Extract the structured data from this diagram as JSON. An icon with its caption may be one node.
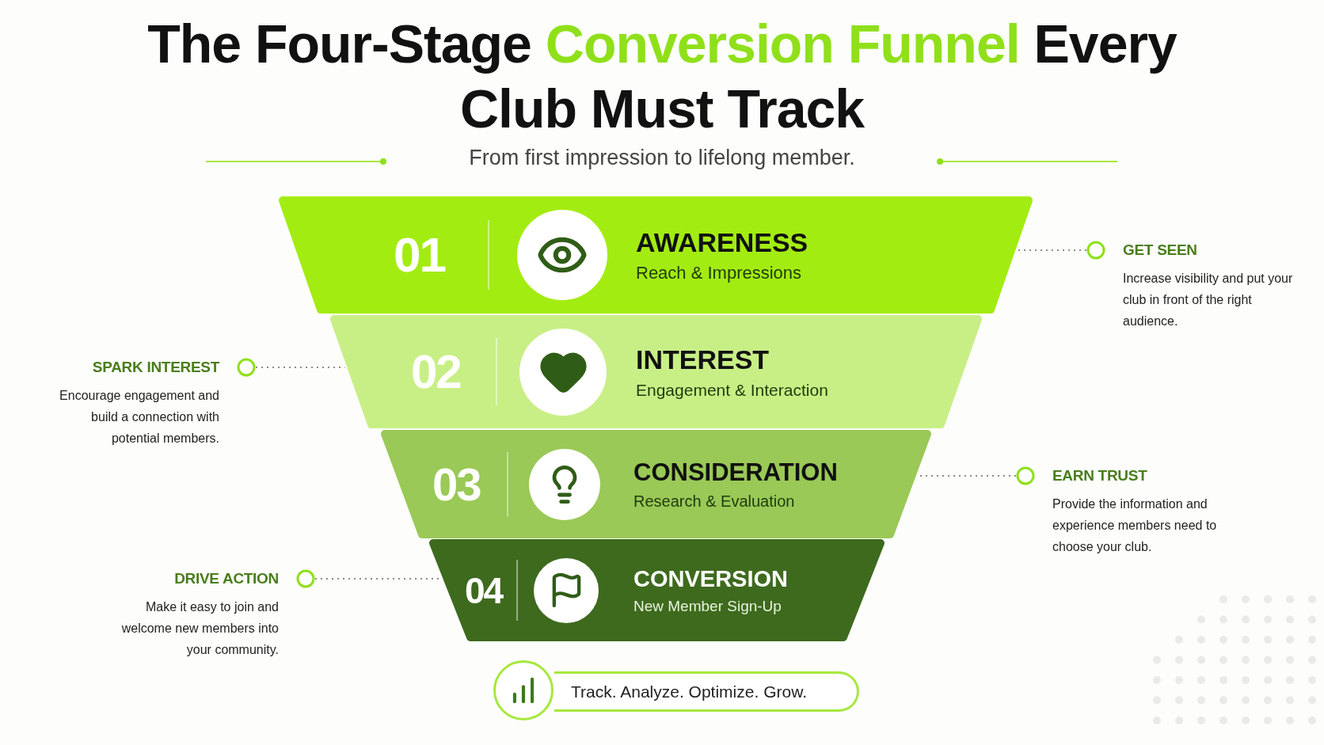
{
  "diagram": {
    "title": "The Four-Stage *Conversion Funnel* Every Club Must Track",
    "nodes": [
      {
        "text": [
          "01",
          "AWARENESS",
          "Reach & Impressions"
        ]
      },
      {
        "text": [
          "GET SEEN",
          "Increase visibility and put your club in front of the right audience."
        ]
      },
      {
        "text": [
          "SPARK INTEREST",
          "Encourage engagement and build a connection with potential members."
        ]
      },
      {
        "text": [
          "02",
          "INTEREST",
          "Engagement & Interaction"
        ]
      },
      {
        "text": [
          "03",
          "CONSIDERATION",
          "Research & Evaluation"
        ]
      },
      {
        "text": [
          "EARN TRUST",
          "Provide the information and experience members need to choose your club."
        ]
      },
      {
        "text": [
          "DRIVE ACTION",
          "Make it easy to join and welcome new members into your community."
        ]
      },
      {
        "text": [
          "04",
          "CONVERSION",
          "New Member Sign-Up"
        ]
      },
      {
        "text": [
          "Track. Analyze. Optimize. Grow."
        ]
      }
    ],
    "edges": [
      {
        "from": 1,
        "to": 0,
        "arrow": "other",
        "style": "dashed"
      },
      {
        "from": 2,
        "to": 3,
        "arrow": "other",
        "style": "dashed"
      },
      {
        "from": 5,
        "to": 4,
        "arrow": "other",
        "style": "dashed"
      },
      {
        "from": 6,
        "to": 7,
        "arrow": "other",
        "style": "dashed"
      }
    ],
    "labels": [
      "From first impression to lifelong member."
    ]
  }
}
